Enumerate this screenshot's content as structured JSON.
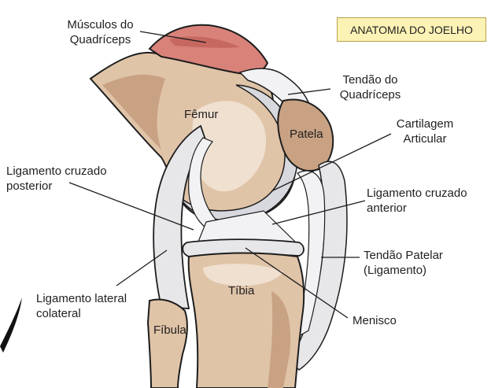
{
  "title": "ANATOMIA DO JOELHO",
  "colors": {
    "title_bg": "#fbf2b5",
    "bone": "#e0c4a8",
    "bone_dark": "#c8a283",
    "bone_light": "#f0e0d0",
    "cartilage": "#d8d9de",
    "cartilage_light": "#f2f2f4",
    "muscle": "#d9827a",
    "outline": "#1d1d1d"
  },
  "labels": {
    "musculos_quadriceps": [
      "Músculos do",
      "Quadríceps"
    ],
    "tendao_quadriceps": [
      "Tendão do",
      "Quadríceps"
    ],
    "cartilagem_articular": [
      "Cartilagem",
      "Articular"
    ],
    "ligamento_cruzado_posterior": [
      "Ligamento cruzado",
      "posterior"
    ],
    "ligamento_cruzado_anterior": [
      "Ligamento cruzado",
      "anterior"
    ],
    "tendao_patelar": [
      "Tendão Patelar",
      "(Ligamento)"
    ],
    "ligamento_lateral_colateral": [
      "Ligamento lateral",
      "colateral"
    ],
    "menisco": "Menisco",
    "femur": "Fêmur",
    "patela": "Patela",
    "tibia": "Tíbia",
    "fibula": "Fíbula"
  }
}
